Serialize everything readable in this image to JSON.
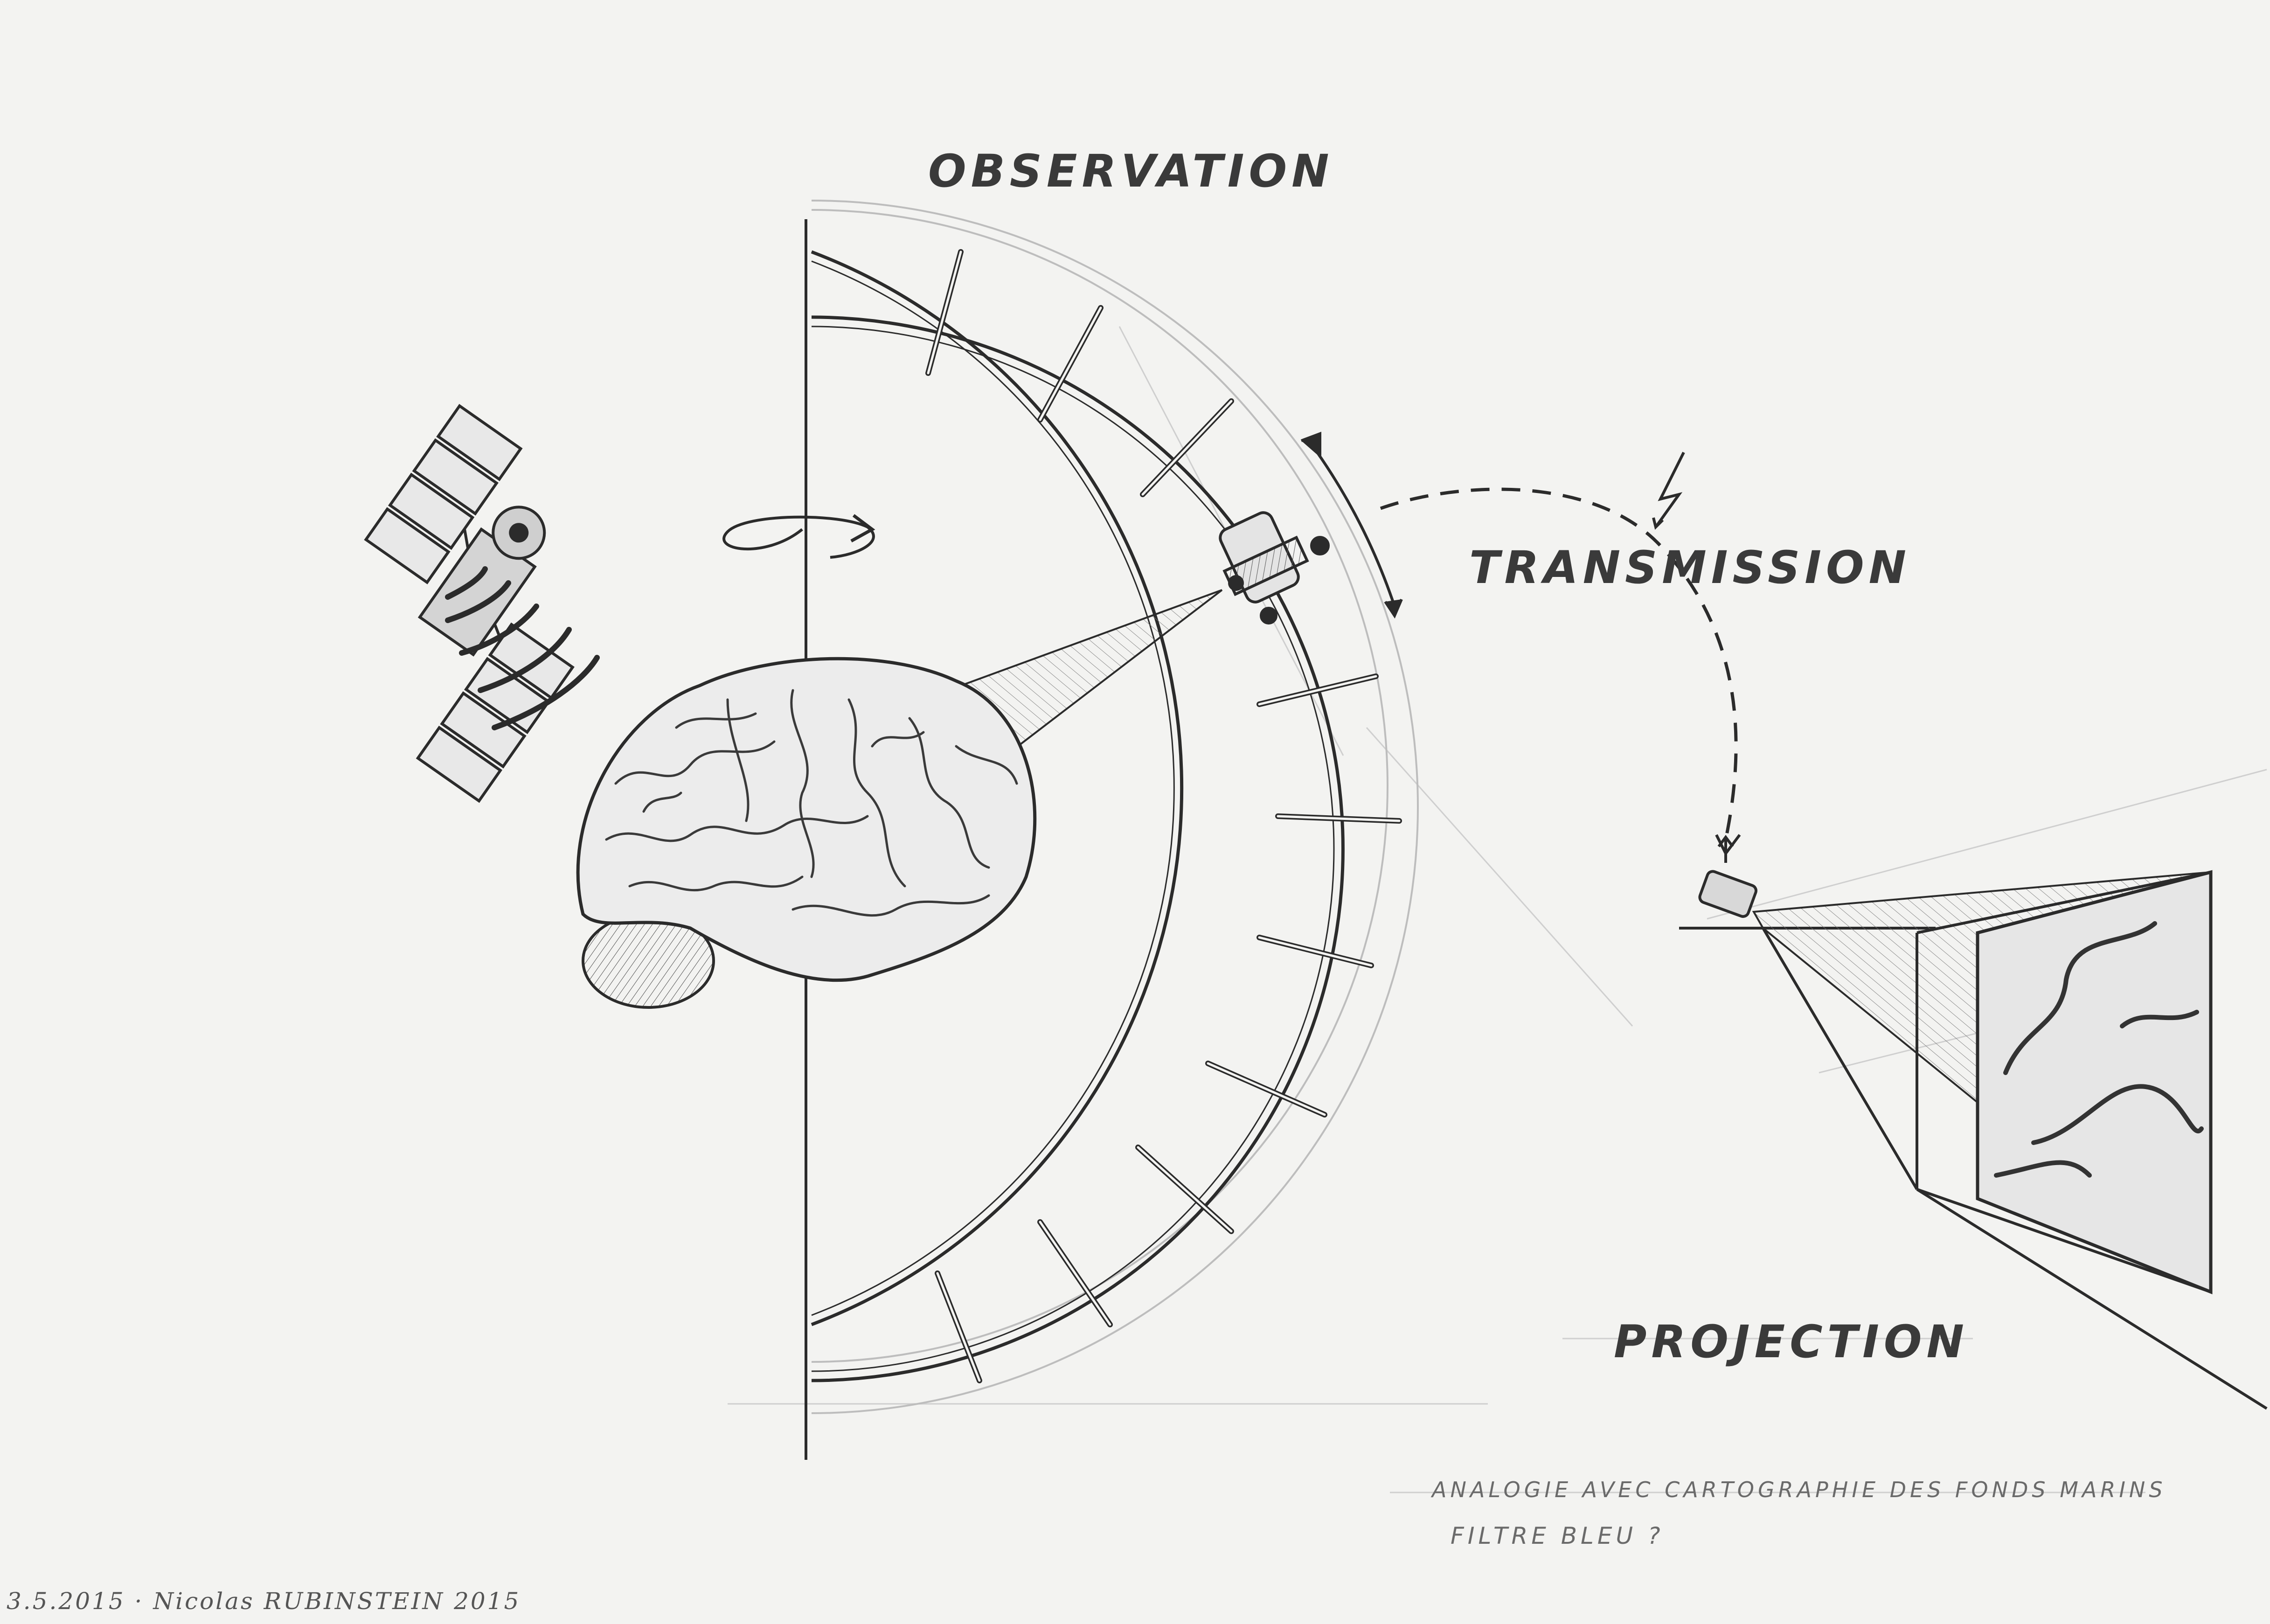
{
  "labels": {
    "observation": "OBSERVATION",
    "transmission": "TRANSMISSION",
    "projection": "PROJECTION"
  },
  "notes": {
    "line1": "ANALOGIE AVEC CARTOGRAPHIE DES FONDS MARINS",
    "line2": "FILTRE BLEU ?"
  },
  "signature": "3.5.2015 · Nicolas RUBINSTEIN 2015",
  "colors": {
    "paper": "#f3f3f1",
    "ink": "#2b2b2b",
    "faint_ink": "#b9b9b9"
  },
  "icons": [
    "satellite-icon",
    "brain-icon",
    "rotation-arrow-icon",
    "lightning-icon",
    "camera-icon",
    "projector-icon"
  ]
}
